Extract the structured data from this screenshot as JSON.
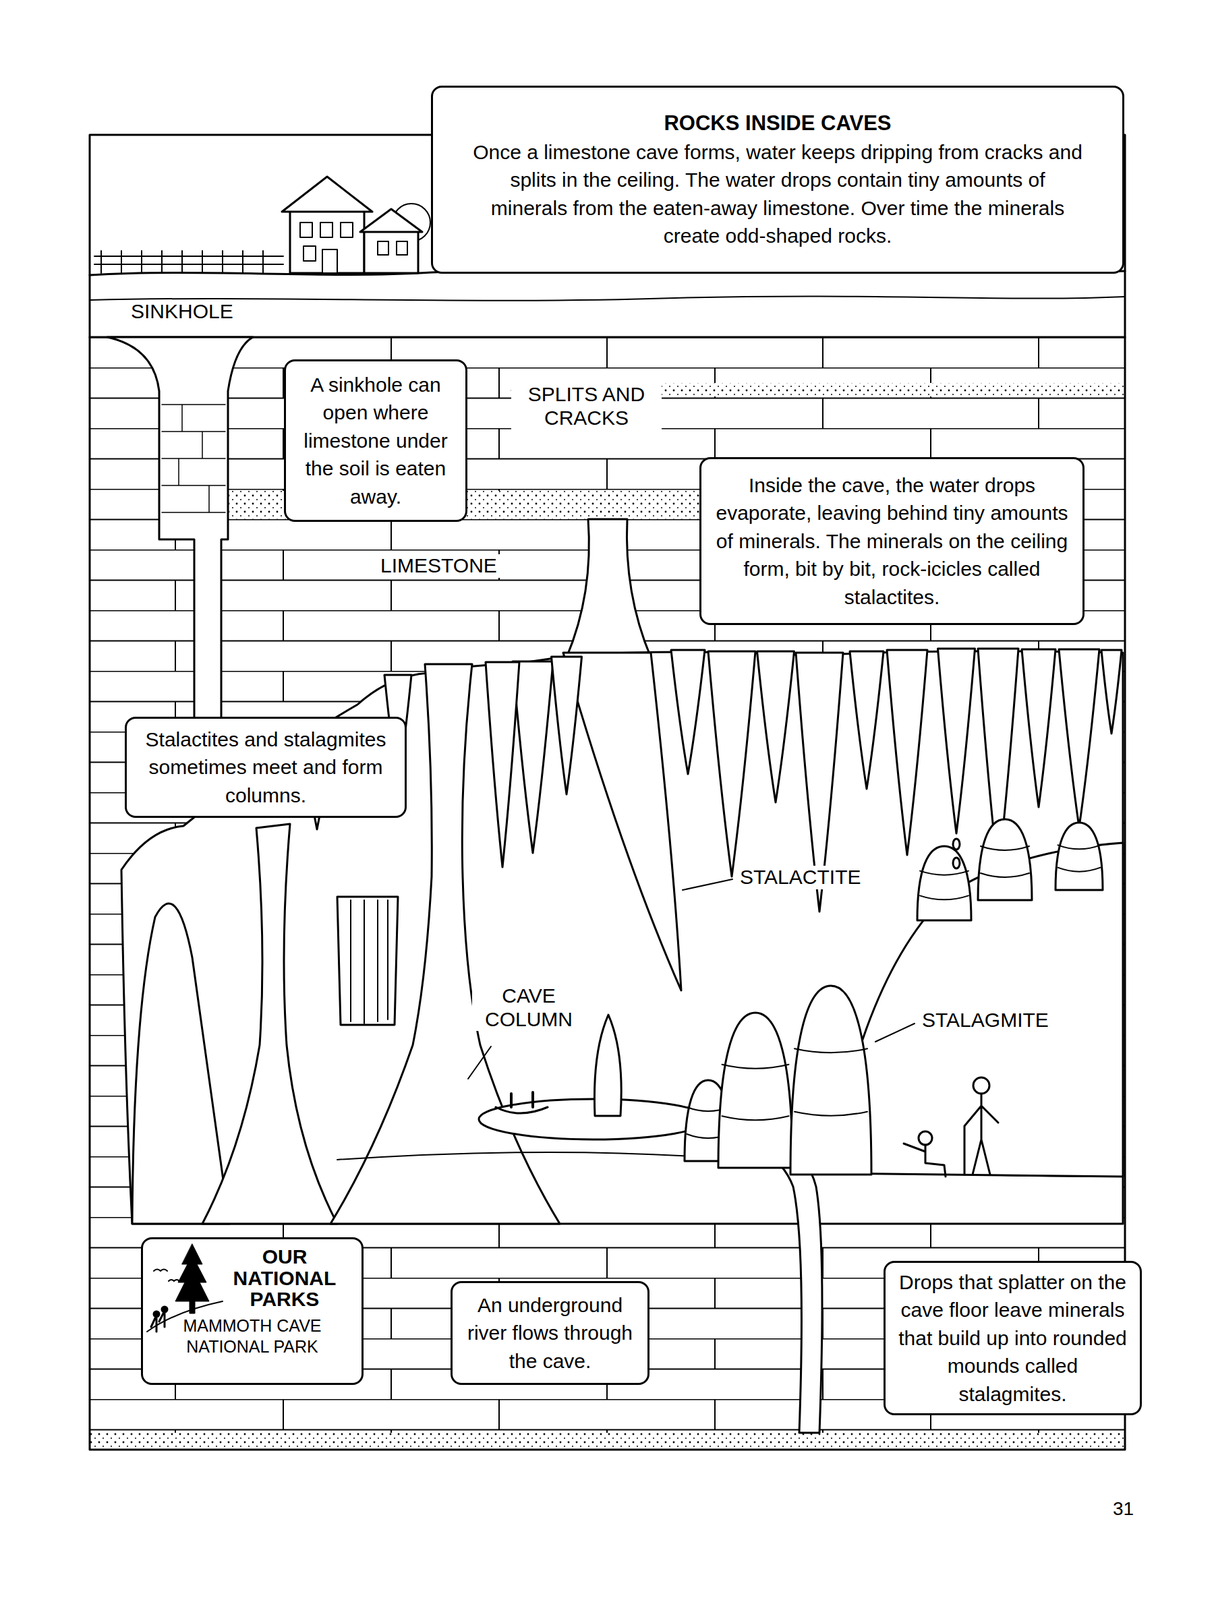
{
  "diagram": {
    "nodes": [
      {
        "text": [
          "ROCKS INSIDE CAVES",
          "Once a limestone cave forms, water keeps dripping from cracks and splits in the ceiling. The water drops contain tiny amounts of minerals from the eaten-away limestone. Over time the minerals create odd-shaped rocks."
        ]
      },
      {
        "text": [
          "A sinkhole can open where limestone under the soil is eaten away."
        ]
      },
      {
        "text": [
          "Inside the cave, the water drops evaporate, leaving behind tiny amounts of minerals. The minerals on the ceiling form, bit by bit, rock-icicles called stalactites."
        ]
      },
      {
        "text": [
          "Stalactites and stalagmites sometimes meet and form columns."
        ]
      },
      {
        "text": [
          "OUR NATIONAL PARKS",
          "MAMMOTH CAVE NATIONAL PARK"
        ]
      },
      {
        "text": [
          "An underground river flows through the cave."
        ]
      },
      {
        "text": [
          "Drops that splatter on the cave floor leave minerals that build up into rounded mounds called stalagmites."
        ]
      }
    ],
    "labels": [
      "SINKHOLE",
      "SPLITS AND CRACKS",
      "LIMESTONE",
      "STALACTITE",
      "CAVE COLUMN",
      "STALAGMITE",
      "31"
    ]
  }
}
